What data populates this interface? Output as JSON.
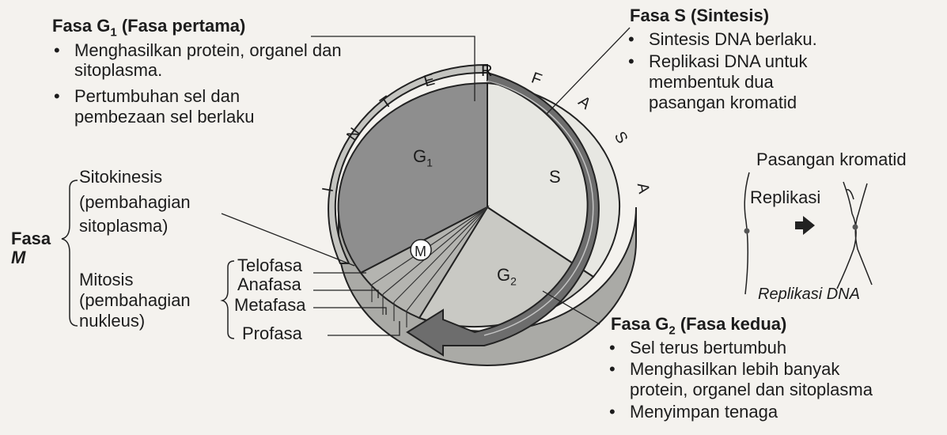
{
  "g1": {
    "title_pre": "Fasa G",
    "title_sub": "1",
    "title_post": " (Fasa pertama)",
    "points": [
      "Menghasilkan protein, organel dan",
      "sitoplasma.",
      "Pertumbuhan sel dan",
      "pembezaan sel berlaku"
    ]
  },
  "s": {
    "title": "Fasa S (Sintesis)",
    "points": [
      "Sintesis DNA berlaku.",
      "Replikasi DNA untuk",
      "membentuk dua",
      "pasangan kromatid"
    ]
  },
  "g2": {
    "title_pre": "Fasa G",
    "title_sub": "2",
    "title_post": " (Fasa kedua)",
    "points": [
      "Sel terus bertumbuh",
      "Menghasilkan lebih banyak",
      "protein, organel dan sitoplasma",
      "Menyimpan tenaga"
    ]
  },
  "m_phase": {
    "label": "Fasa",
    "label_m": "M",
    "sitokinesis": [
      "Sitokinesis",
      "(pembahagian",
      "sitoplasma)"
    ],
    "mitosis": [
      "Mitosis",
      "(pembahagian",
      "nukleus)"
    ],
    "stages": [
      "Telofasa",
      "Anafasa",
      "Metafasa",
      "Profasa"
    ]
  },
  "pie": {
    "g1_pre": "G",
    "g1_sub": "1",
    "s": "S",
    "g2_pre": "G",
    "g2_sub": "2",
    "m": "M",
    "interfasa_letters": [
      "I",
      "N",
      "T",
      "E",
      "R",
      "F",
      "A",
      "S",
      "A"
    ]
  },
  "replication": {
    "top_label": "Pasangan kromatid",
    "label": "Replikasi",
    "caption": "Replikasi DNA"
  },
  "colors": {
    "g1_slice": "#8e8e8e",
    "s_slice": "#e7e7e2",
    "g2_slice": "#c9c9c4",
    "m_slice": "#b4b4b0",
    "rim": "#aaaaa6",
    "outer_arrow": "#6d6d6d",
    "light_band": "#c4c4c0"
  }
}
